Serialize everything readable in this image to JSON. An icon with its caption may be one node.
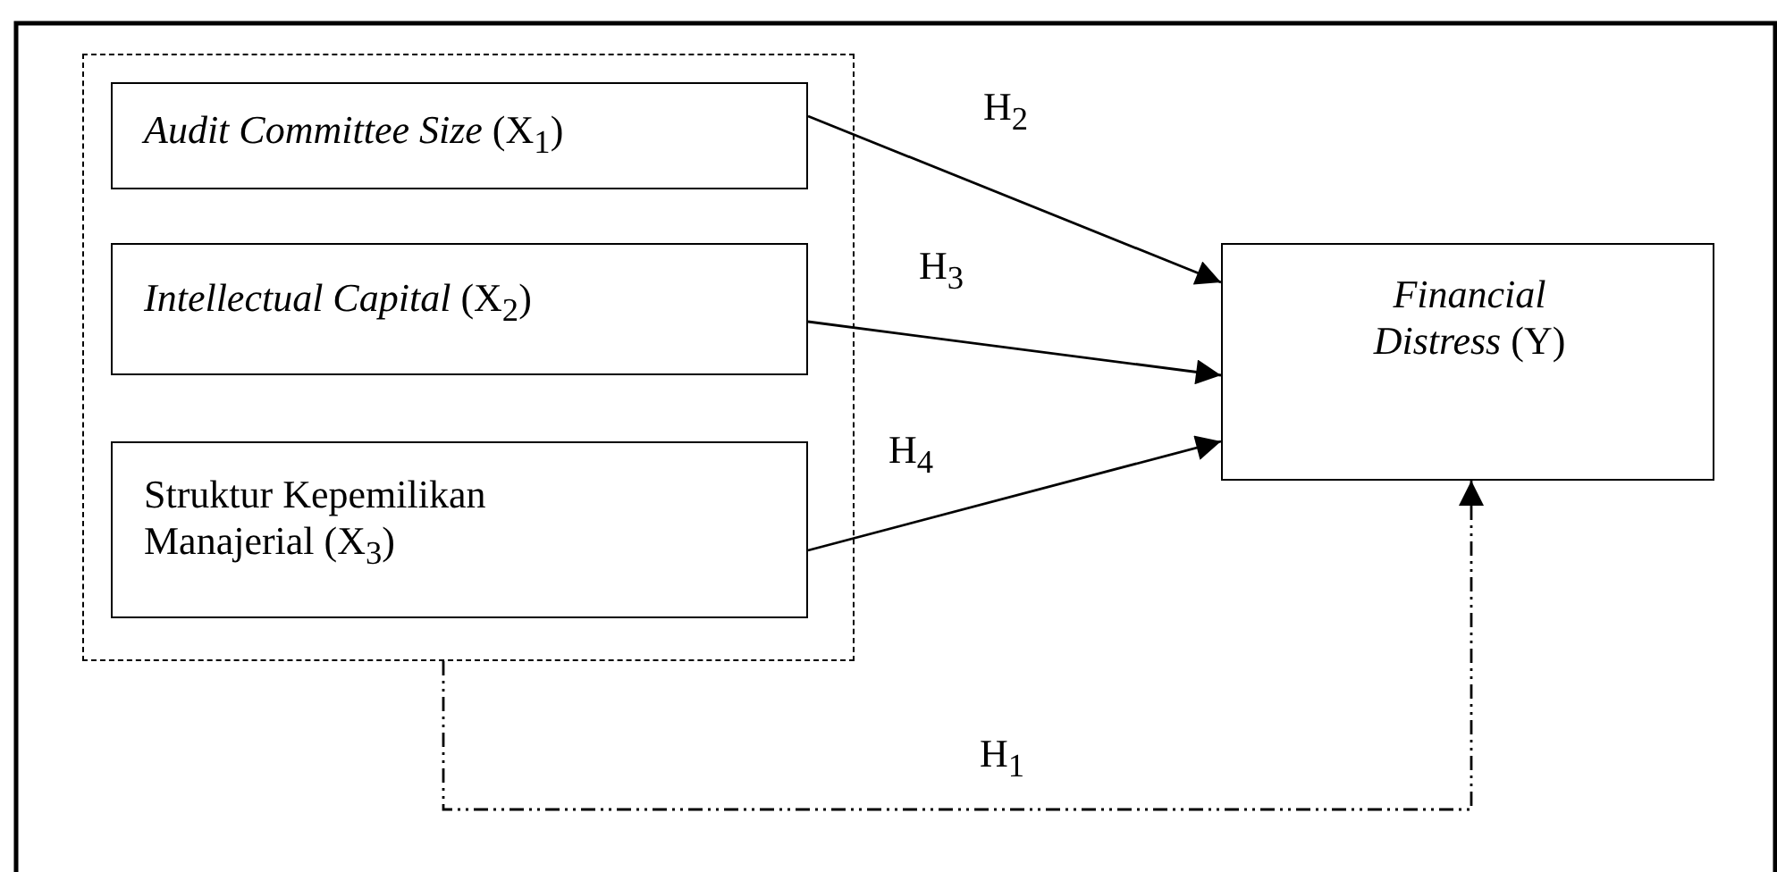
{
  "diagram": {
    "nodes": [
      {
        "text": [],
        "shape": "box"
      },
      {
        "text": [
          "*Audit Committee Size* (X$_{1}$)"
        ],
        "in": 0
      },
      {
        "text": [
          "*Intellectual Capital* (X$_{2}$)"
        ],
        "in": 0
      },
      {
        "text": [
          "Struktur Kepemilikan Manajerial (X$_{3}$)"
        ],
        "in": 0
      },
      {
        "text": [
          "*Financial Distress* (Y)"
        ]
      }
    ],
    "edges": [
      {
        "from": 1,
        "to": 4,
        "arrow": "to",
        "label": "H$_{2}$"
      },
      {
        "from": 2,
        "to": 4,
        "arrow": "to",
        "label": "H$_{3}$"
      },
      {
        "from": 3,
        "to": 4,
        "arrow": "to",
        "label": "H$_{4}$"
      },
      {
        "from": 0,
        "to": 4,
        "arrow": "to",
        "label": "H$_{1}$",
        "style": "dashed"
      }
    ]
  }
}
